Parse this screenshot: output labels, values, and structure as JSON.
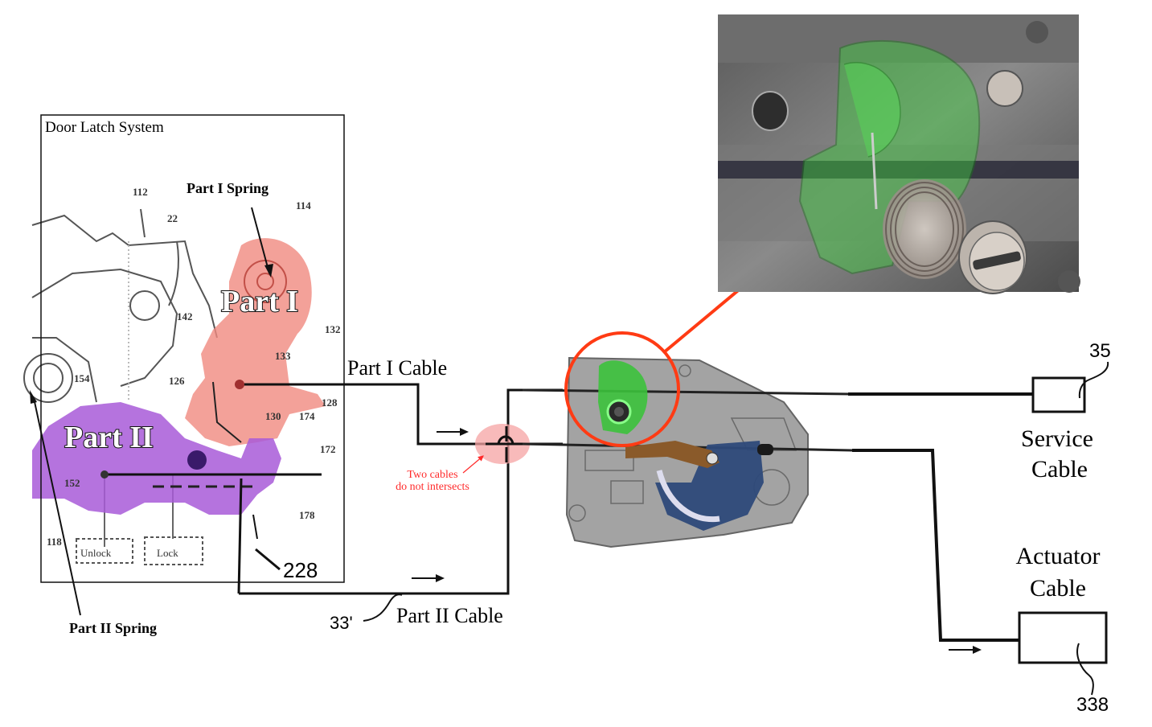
{
  "panel": {
    "title": "Door Latch System"
  },
  "labels": {
    "part_one": "Part I",
    "part_two": "Part II",
    "part_one_spring": "Part I Spring",
    "part_two_spring": "Part II Spring",
    "part_one_cable": "Part I Cable",
    "part_two_cable": "Part II Cable",
    "service_cable_line1": "Service",
    "service_cable_line2": "Cable",
    "actuator_cable_line1": "Actuator",
    "actuator_cable_line2": "Cable",
    "intersect_note_line1": "Two cables",
    "intersect_note_line2": "do not intersects"
  },
  "patent_refs": {
    "r112": "112",
    "r114": "114",
    "r22": "22",
    "r142": "142",
    "r132": "132",
    "r133": "133",
    "r126": "126",
    "r128": "128",
    "r130": "130",
    "r174": "174",
    "r154": "154",
    "r172": "172",
    "r152": "152",
    "r178": "178",
    "r118": "118",
    "r228": "228",
    "r33": "33'",
    "r35": "35",
    "r338": "338"
  },
  "buttons": {
    "unlock": "Unlock",
    "lock": "Lock"
  },
  "colors": {
    "part_one": "#f08a80",
    "part_two": "#b26ae0",
    "highlight_circle": "#ff3b14",
    "green_part": "#3cc23c",
    "brown_lever": "#8a5a2a",
    "blue_lever": "#2e4a7a",
    "housing": "#8c8c8c"
  }
}
